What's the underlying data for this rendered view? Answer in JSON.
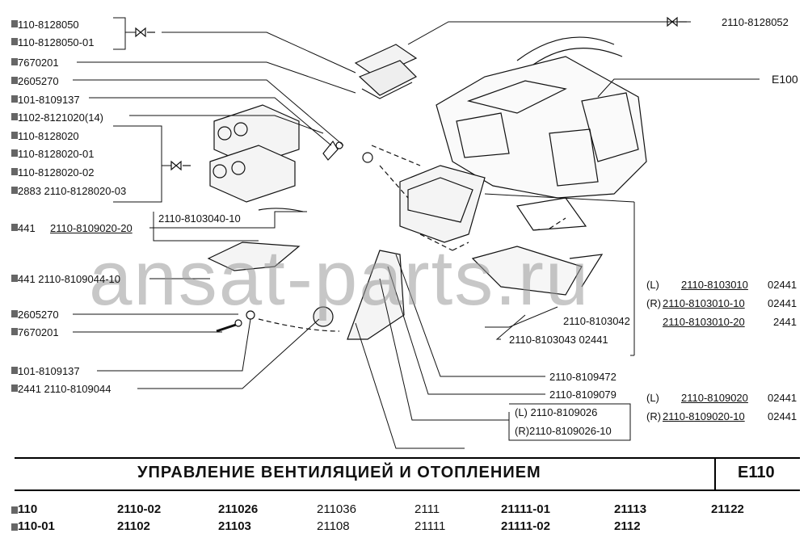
{
  "watermark": "ansat-parts.ru",
  "title": "УПРАВЛЕНИЕ ВЕНТИЛЯЦИЕЙ И ОТОПЛЕНИЕМ",
  "section_code": "E110",
  "assembly_ref": "E100",
  "left_labels": [
    "110-8128050",
    "110-8128050-01",
    "7670201",
    "2605270",
    "101-8109137",
    "1102-8121020(14)",
    "110-8128020",
    "110-8128020-01",
    "110-8128020-02",
    "2883  2110-8128020-03",
    "441",
    "2110-8109020-20",
    "441  2110-8109044-10",
    "2605270",
    "7670201",
    "101-8109137",
    "2441  2110-8109044"
  ],
  "top_right_part": "2110-8128052",
  "center_part": "2110-8103040-10",
  "right_labels": {
    "p8103042": "2110-8103042",
    "p8103043": "2110-8103043  02441",
    "p8109472": "2110-8109472",
    "p8109079": "2110-8109079",
    "p8109026_L": "(L)    2110-8109026",
    "p8109026_R": "(R)2110-8109026-10"
  },
  "side_table_a": [
    {
      "prefix": "(L)",
      "code": "2110-8103010",
      "suffix": "02441"
    },
    {
      "prefix": "(R)",
      "code": "2110-8103010-10",
      "suffix": "02441"
    },
    {
      "prefix": "",
      "code": "2110-8103010-20",
      "suffix": "2441"
    }
  ],
  "side_table_b": [
    {
      "prefix": "(L)",
      "code": "2110-8109020",
      "suffix": "02441"
    },
    {
      "prefix": "(R)",
      "code": "2110-8109020-10",
      "suffix": "02441"
    }
  ],
  "models_row1": [
    "110",
    "2110-02",
    "211026",
    "211036",
    "2111",
    "21111-01",
    "21113",
    "21122"
  ],
  "models_row2": [
    "110-01",
    "21102",
    "21103",
    "21108",
    "21111",
    "21111-02",
    "2112"
  ],
  "colors": {
    "ink": "#111111",
    "watermark": "#9a9a9a"
  }
}
